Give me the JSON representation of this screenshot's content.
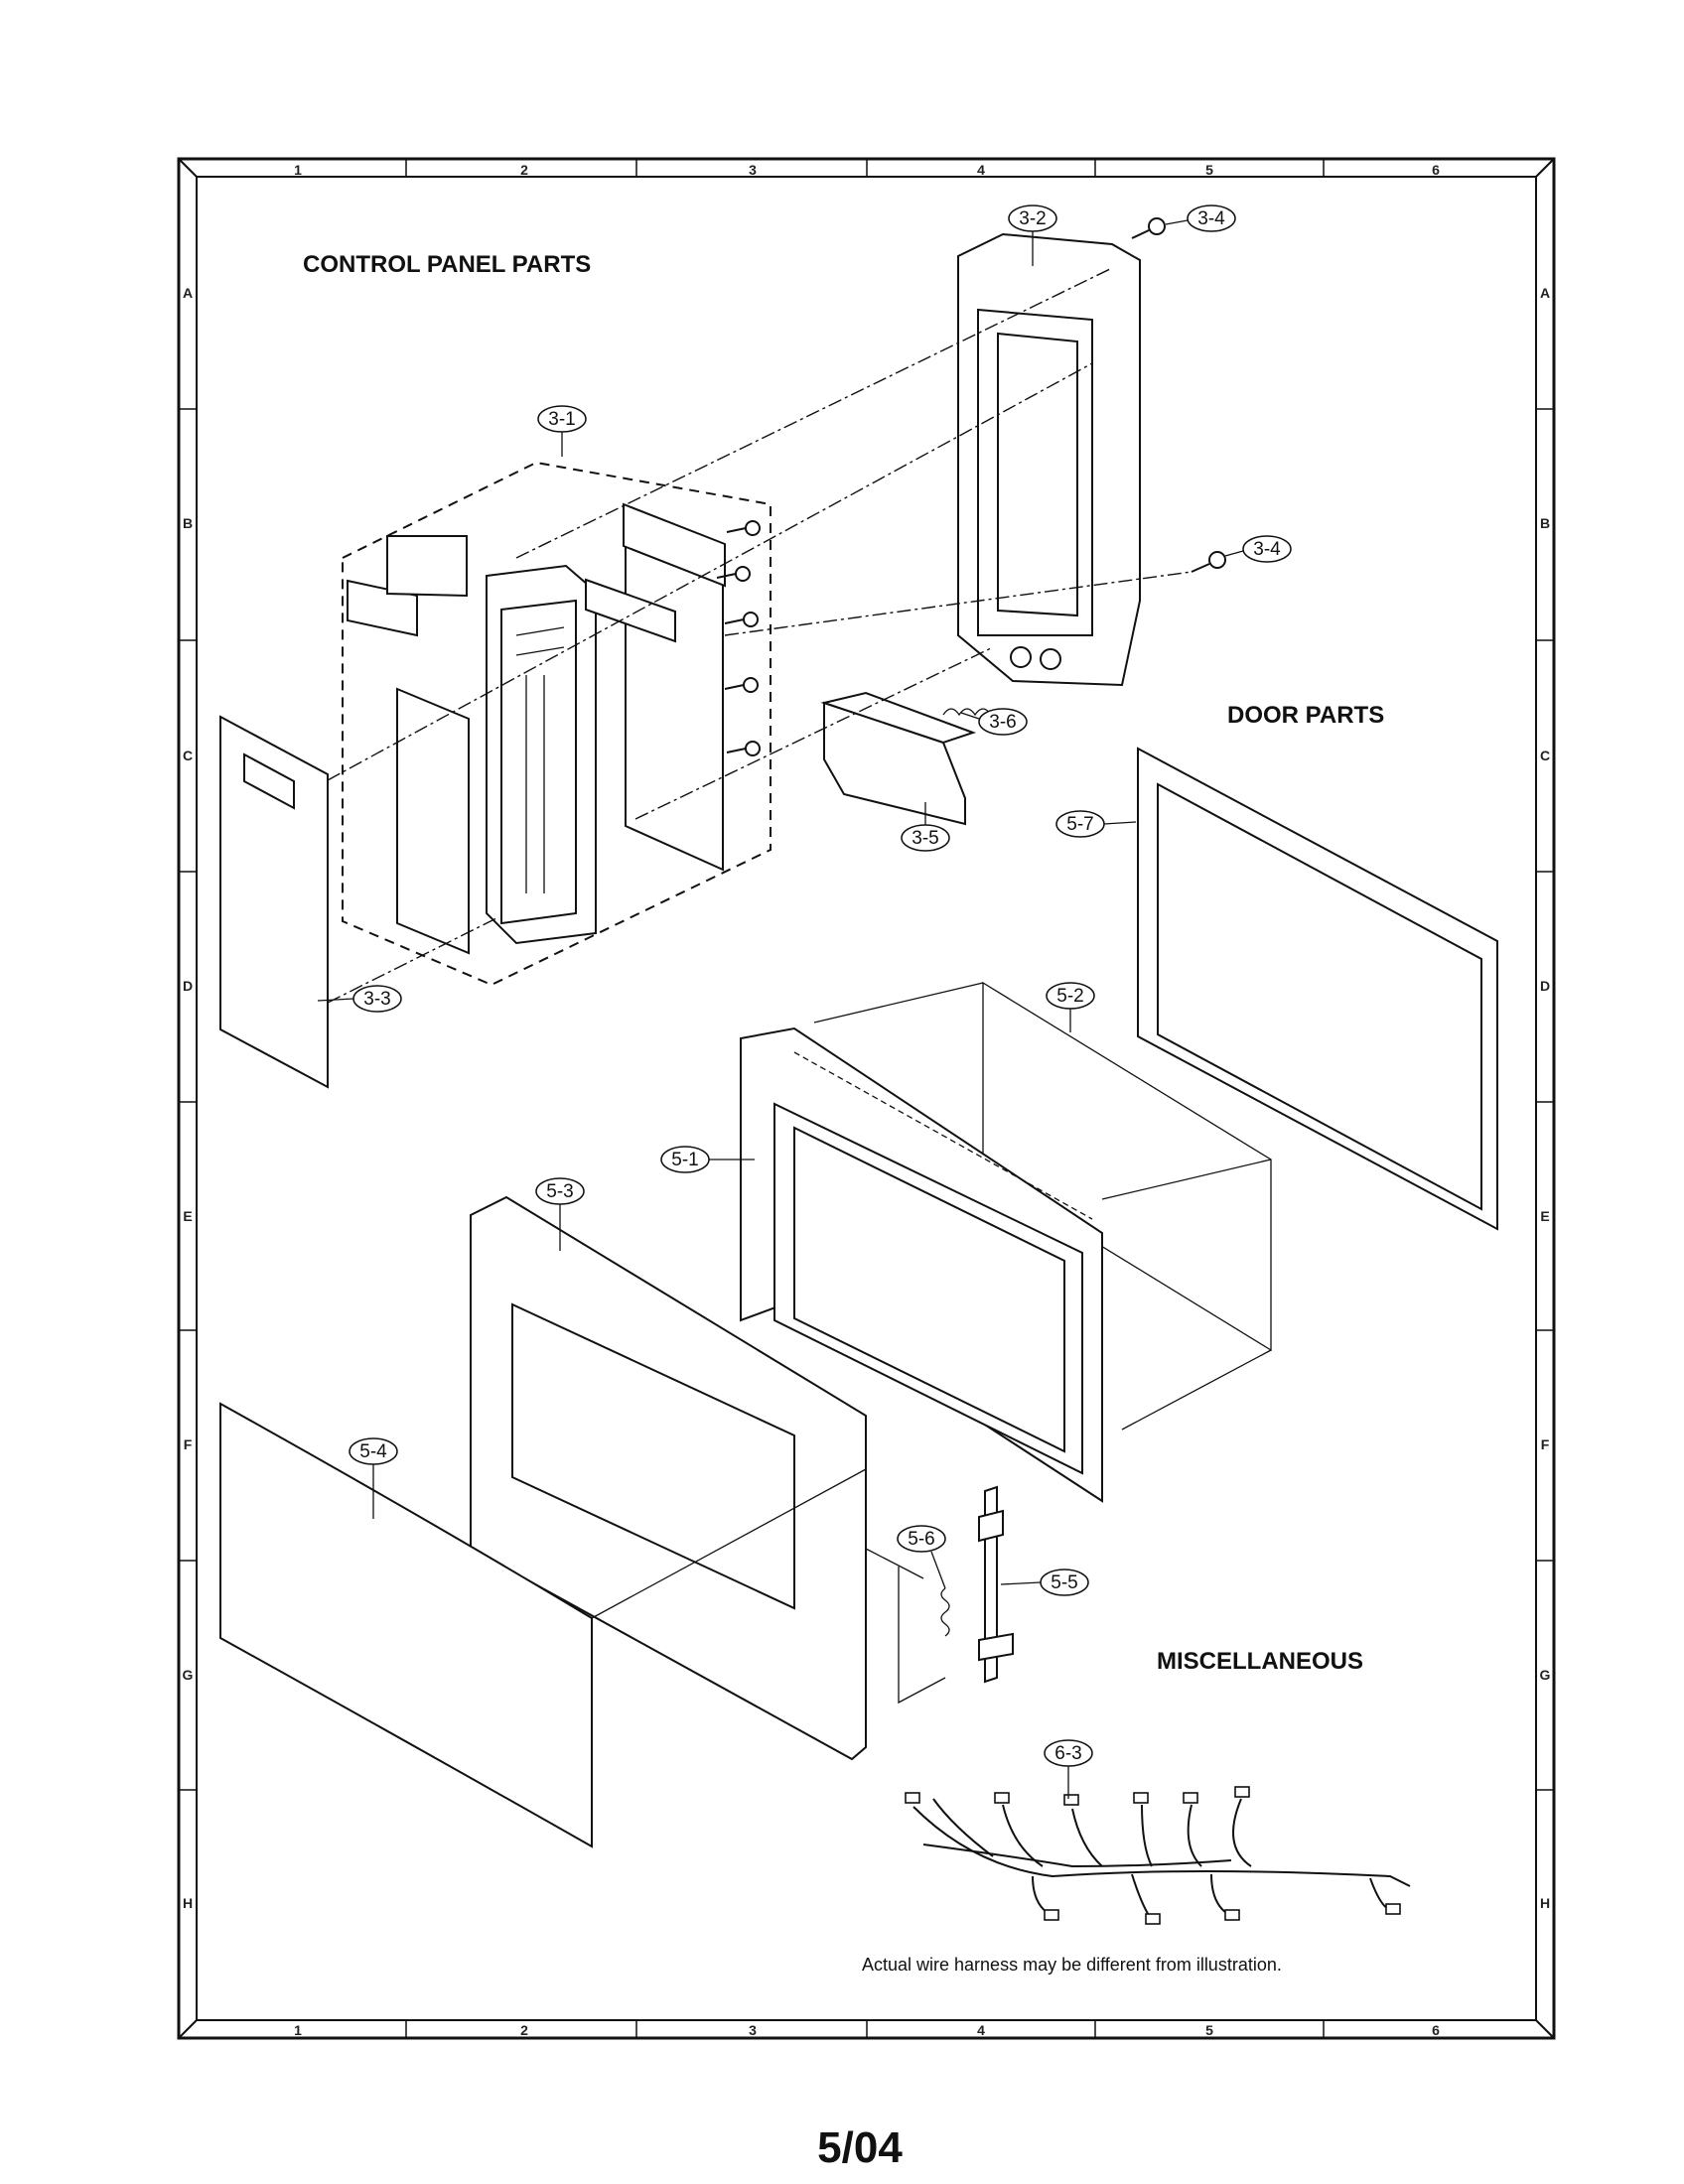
{
  "sections": {
    "control_panel": "CONTROL PANEL PARTS",
    "door": "DOOR  PARTS",
    "misc": "MISCELLANEOUS"
  },
  "grid": {
    "columns": [
      "1",
      "2",
      "3",
      "4",
      "5",
      "6"
    ],
    "rows": [
      "A",
      "B",
      "C",
      "D",
      "E",
      "F",
      "G",
      "H"
    ]
  },
  "callouts": {
    "c3_1": "3-1",
    "c3_2": "3-2",
    "c3_3": "3-3",
    "c3_4a": "3-4",
    "c3_4b": "3-4",
    "c3_5": "3-5",
    "c3_6": "3-6",
    "c5_1": "5-1",
    "c5_2": "5-2",
    "c5_3": "5-3",
    "c5_4": "5-4",
    "c5_5": "5-5",
    "c5_6": "5-6",
    "c5_7": "5-7",
    "c6_3": "6-3"
  },
  "note": "Actual wire harness may be different from illustration.",
  "page_number": "5/04"
}
